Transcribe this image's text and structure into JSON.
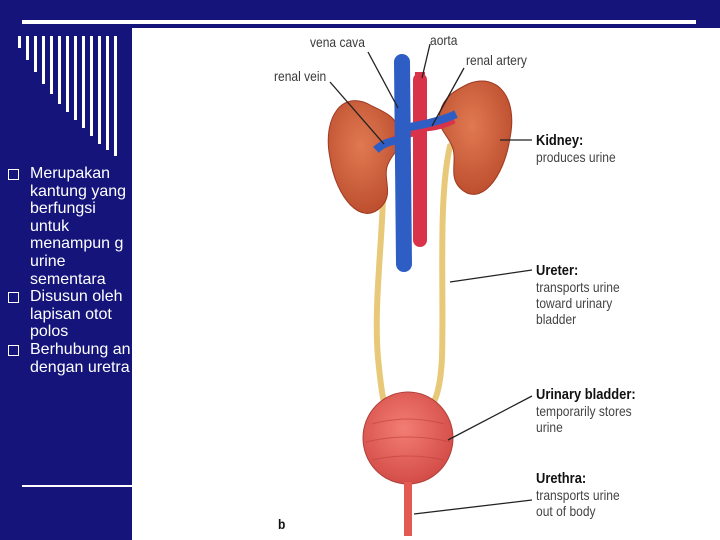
{
  "slide": {
    "bullets": [
      "Merupakan kantung yang berfungsi untuk menampun g urine sementara",
      "Disusun oleh lapisan otot polos",
      "Berhubung an dengan uretra"
    ]
  },
  "diagram": {
    "labels": {
      "vena_cava": "vena cava",
      "aorta": "aorta",
      "renal_vein": "renal vein",
      "renal_artery": "renal artery",
      "panel_letter": "b"
    },
    "callouts": {
      "kidney": {
        "title": "Kidney:",
        "desc": [
          "produces urine"
        ]
      },
      "ureter": {
        "title": "Ureter:",
        "desc": [
          "transports urine",
          "toward urinary",
          "bladder"
        ]
      },
      "bladder": {
        "title": "Urinary bladder:",
        "desc": [
          "temporarily stores",
          "urine"
        ]
      },
      "urethra": {
        "title": "Urethra:",
        "desc": [
          "transports urine",
          "out of body"
        ]
      }
    },
    "colors": {
      "kidney": "#c95a38",
      "vein": "#2e5ec4",
      "artery": "#d9334a",
      "ureter": "#e8c97a",
      "bladder": "#e35a52"
    }
  }
}
